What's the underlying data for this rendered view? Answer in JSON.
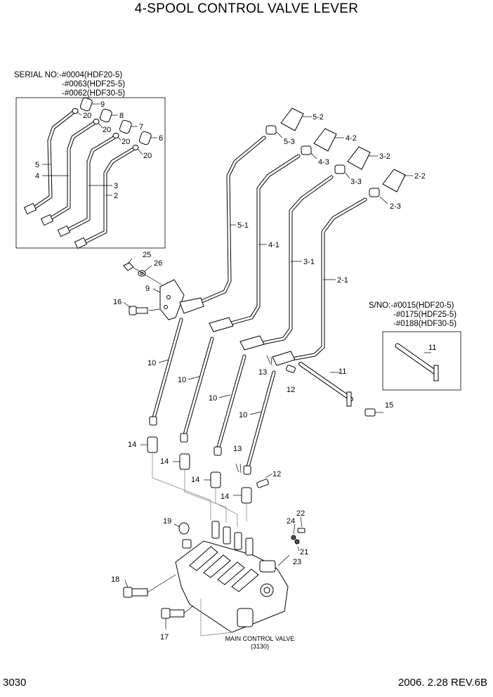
{
  "title": "4-SPOOL CONTROL VALVE LEVER",
  "serial_left": {
    "line1": "SERIAL NO:-#0004(HDF20-5)",
    "line2": "-#0063(HDF25-5)",
    "line3": "-#0062(HDF30-5)"
  },
  "serial_right": {
    "line1": "S/NO:-#0015(HDF20-5)",
    "line2": "-#0175(HDF25-5)",
    "line3": "-#0188(HDF30-5)"
  },
  "labels": {
    "p9a": "9",
    "p8": "8",
    "p7": "7",
    "p6": "6",
    "p20a": "20",
    "p20b": "20",
    "p20c": "20",
    "p20d": "20",
    "p5": "5",
    "p4": "4",
    "p3": "3",
    "p2": "2",
    "p5_2": "5-2",
    "p5_3": "5-3",
    "p4_2": "4-2",
    "p4_3": "4-3",
    "p3_2": "3-2",
    "p3_3": "3-3",
    "p2_2": "2-2",
    "p2_3": "2-3",
    "p5_1": "5-1",
    "p4_1": "4-1",
    "p3_1": "3-1",
    "p2_1": "2-1",
    "p25": "25",
    "p26": "26",
    "p9b": "9",
    "p16": "16",
    "p10a": "10",
    "p10b": "10",
    "p10c": "10",
    "p10d": "10",
    "p13a": "13",
    "p12a": "12",
    "p11a": "11",
    "p11b": "11",
    "p15": "15",
    "p14a": "14",
    "p14b": "14",
    "p14c": "14",
    "p14d": "14",
    "p13b": "13",
    "p12b": "12",
    "p19": "19",
    "p22": "22",
    "p24": "24",
    "p21": "21",
    "p23": "23",
    "p18": "18",
    "p17": "17"
  },
  "main_valve": {
    "line1": "MAIN CONTROL VALVE",
    "line2": "(3130)"
  },
  "footer": {
    "page": "3030",
    "date_rev": "2006. 2.28  REV.6B"
  }
}
